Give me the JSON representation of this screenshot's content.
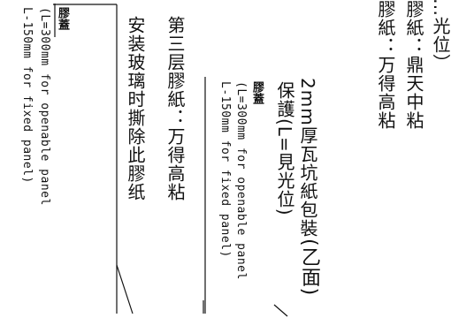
{
  "note_right": {
    "line1": "…光位）",
    "line2": "膠紙：鼎天中粘",
    "line3": "膠紙：万得高粘"
  },
  "note_middle": {
    "title": "2mm厚瓦坑紙包裝",
    "scribble": "(乙面)",
    "protect": "保護(L=見光位)",
    "tape_label": "膠蓋",
    "openable": "(L=300mm for openable panel",
    "fixed": "L-150mm for fixed panel)"
  },
  "note_left": {
    "layer3": "第三层膠紙：万得高粘",
    "remove": "安装玻璃时撕除此膠纸",
    "tape_label": "膠蓋",
    "openable": "(L=300mm for openable panel",
    "fixed": "L-150mm for fixed panel)"
  }
}
